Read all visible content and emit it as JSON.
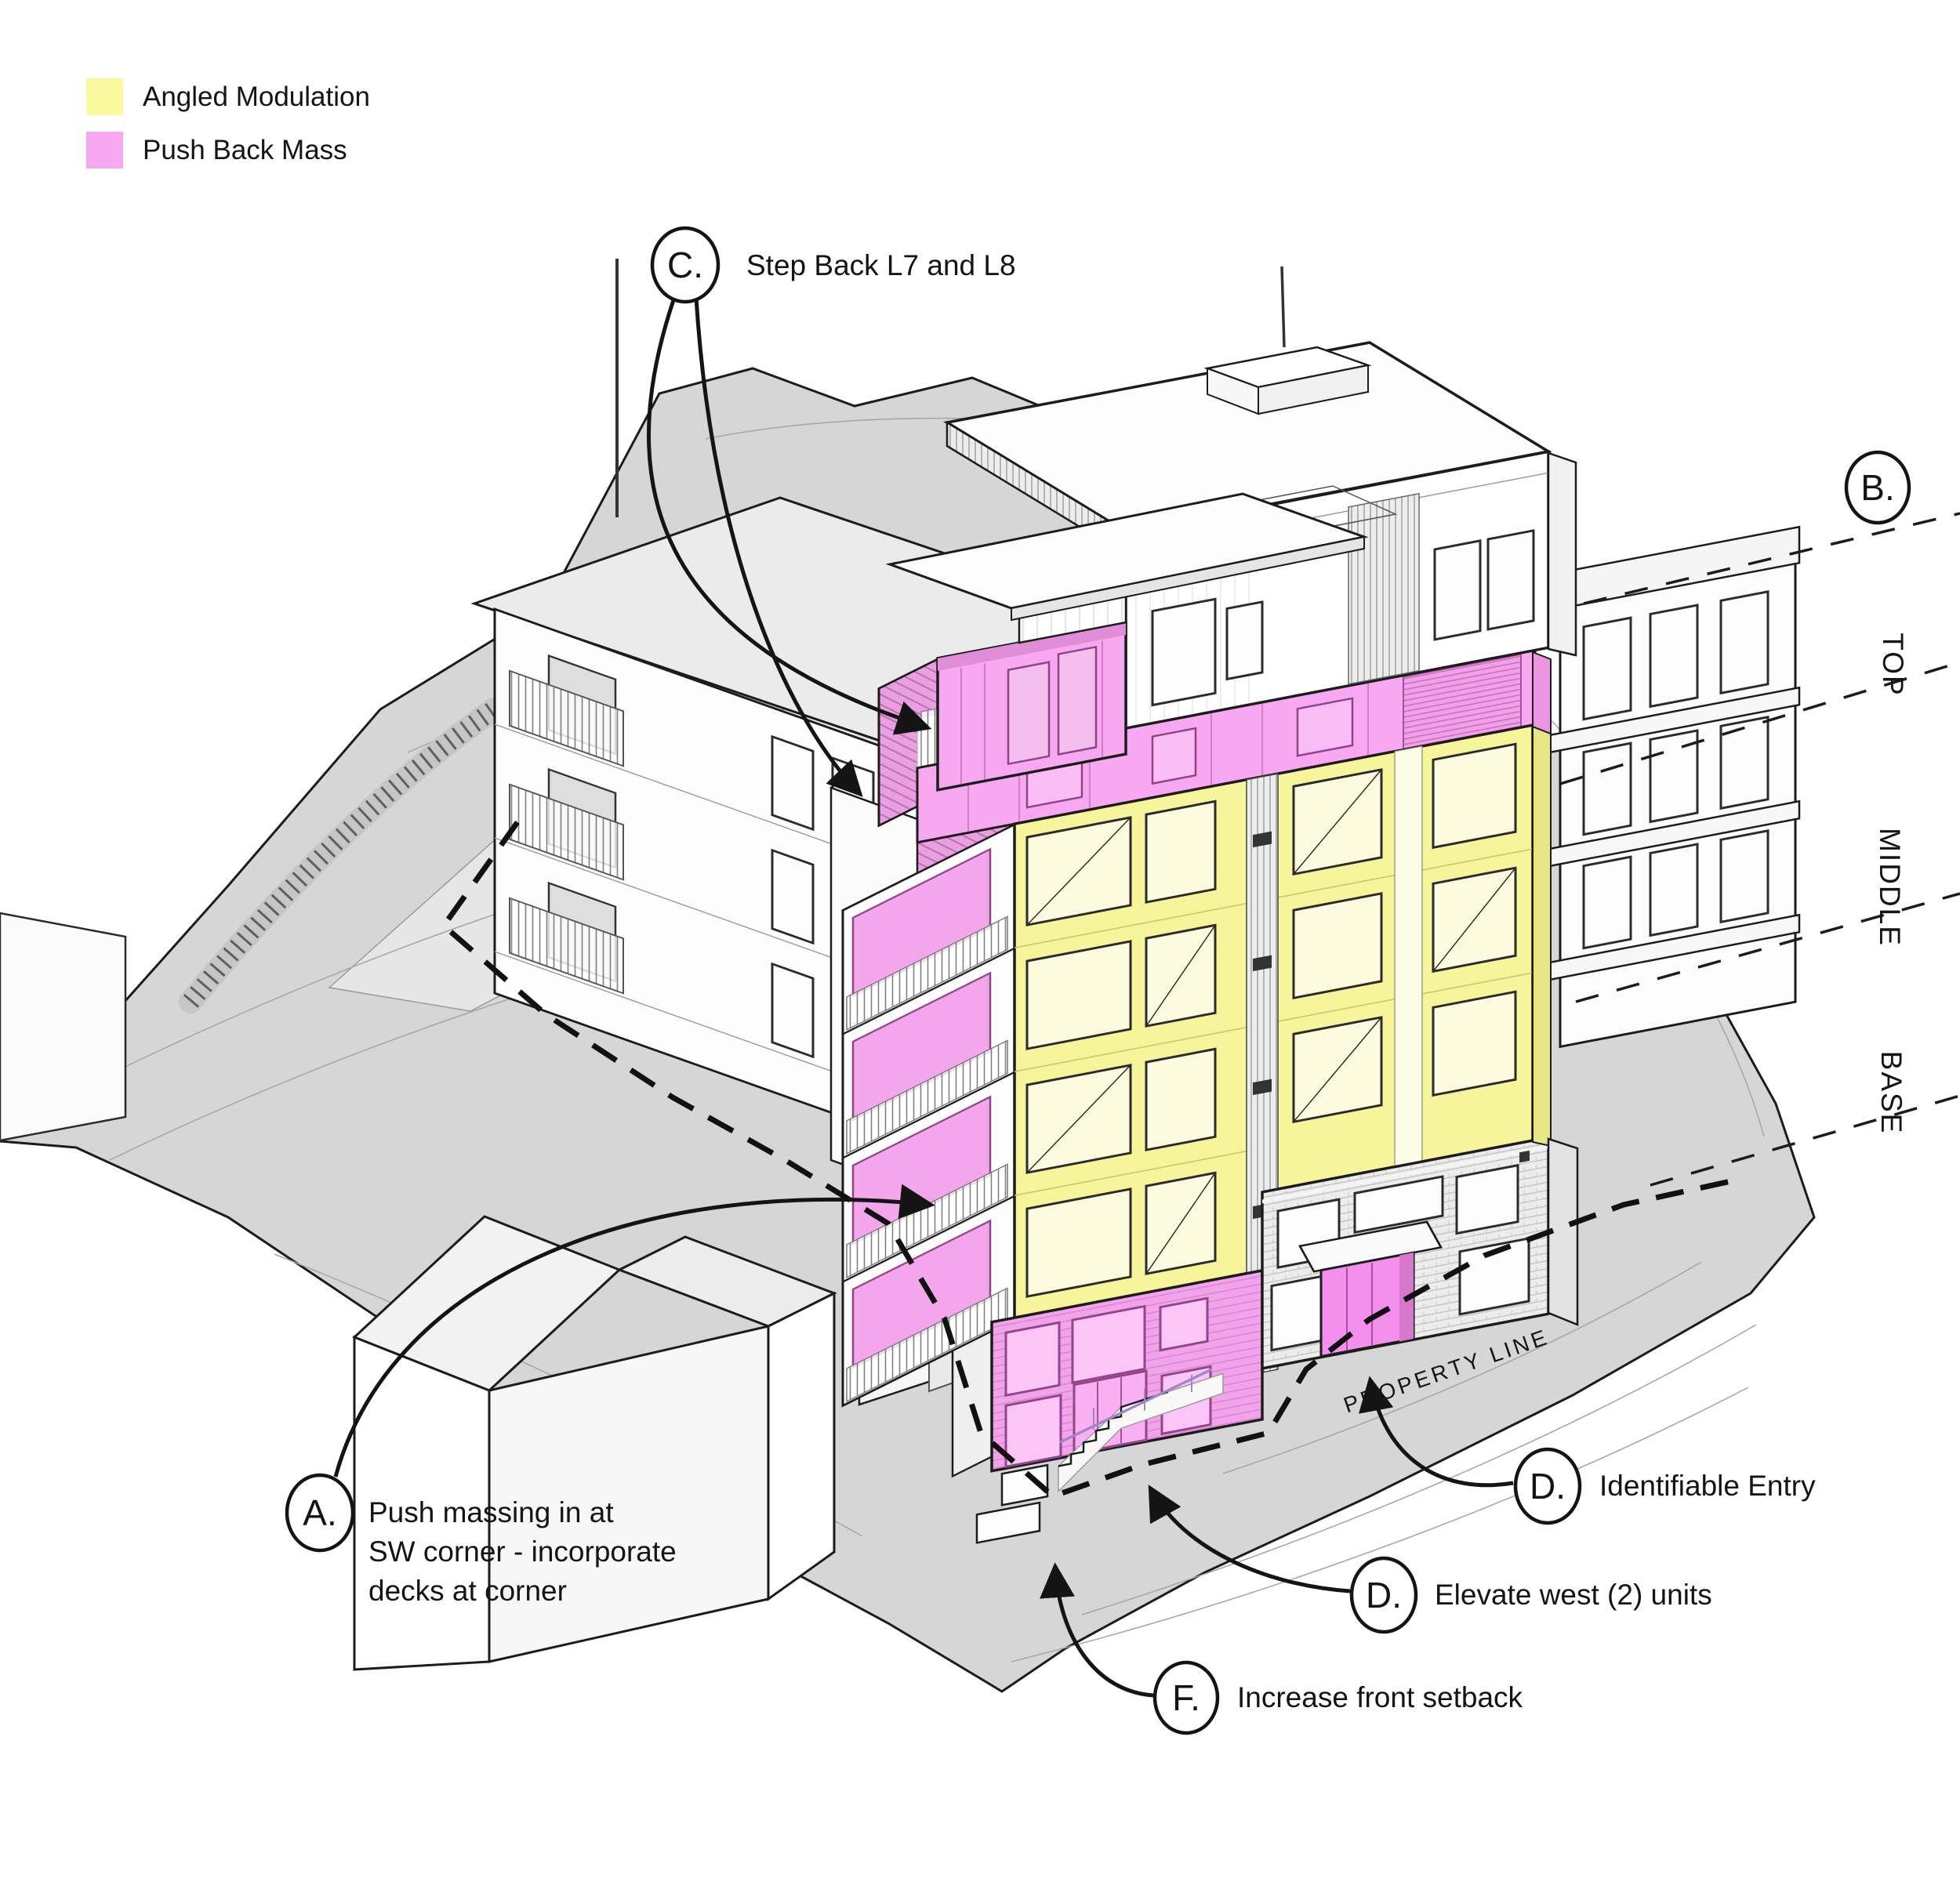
{
  "legend": {
    "items": [
      {
        "id": "angled-modulation",
        "label": "Angled Modulation",
        "color": "#FAF99F"
      },
      {
        "id": "push-back-mass",
        "label": "Push Back Mass",
        "color": "#F8A8F1"
      }
    ]
  },
  "annotations": {
    "c": {
      "letter": "C.",
      "label": "Step Back L7 and L8"
    },
    "b": {
      "letter": "B."
    },
    "a": {
      "letter": "A.",
      "lines": [
        "Push massing in at",
        "SW corner - incorporate",
        "decks at corner"
      ]
    },
    "d1": {
      "letter": "D.",
      "label": "Identifiable Entry"
    },
    "d2": {
      "letter": "D.",
      "label": "Elevate west (2) units"
    },
    "f": {
      "letter": "F.",
      "label": "Increase front setback"
    }
  },
  "zone_labels": {
    "top": "TOP",
    "middle": "MIDDLE",
    "base": "BASE"
  },
  "site": {
    "property_line_label": "PROPERTY LINE"
  },
  "colors": {
    "angled_modulation": "#FAF99F",
    "push_back_mass": "#F8A8F1",
    "terrain": "#D6D6D6",
    "line": "#1C1C1C"
  }
}
